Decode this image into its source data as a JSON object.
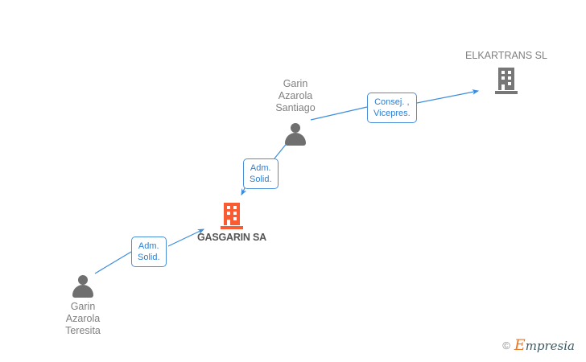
{
  "diagram": {
    "type": "relationship-graph",
    "background": "#ffffff",
    "edge_color": "#3c8dde",
    "focal_color": "#f95b33",
    "entity_color": "#777777",
    "person_color": "#6f6f6f",
    "nodes": [
      {
        "id": "gasgarin",
        "kind": "company",
        "focal": true,
        "label": "GASGARIN SA",
        "label_position": "below",
        "icon": "building-icon",
        "color": "#f95b33"
      },
      {
        "id": "elkartrans",
        "kind": "company",
        "focal": false,
        "label": "ELKARTRANS SL",
        "label_position": "above",
        "icon": "building-icon",
        "color": "#777777"
      },
      {
        "id": "garin-santiago",
        "kind": "person",
        "label": "Garin\nAzarola\nSantiago",
        "label_lines": [
          "Garin",
          "Azarola",
          "Santiago"
        ],
        "label_position": "above",
        "icon": "person-icon",
        "color": "#6f6f6f"
      },
      {
        "id": "garin-teresita",
        "kind": "person",
        "label": "Garin\nAzarola\nTeresita",
        "label_lines": [
          "Garin",
          "Azarola",
          "Teresita"
        ],
        "label_position": "below",
        "icon": "person-icon",
        "color": "#6f6f6f"
      }
    ],
    "edges": [
      {
        "id": "edge-santiago-elkartrans",
        "from": "garin-santiago",
        "to": "elkartrans",
        "label_lines": [
          "Consej. ,",
          "Vicepres."
        ]
      },
      {
        "id": "edge-santiago-gasgarin",
        "from": "garin-santiago",
        "to": "gasgarin",
        "label_lines": [
          "Adm.",
          "Solid."
        ]
      },
      {
        "id": "edge-teresita-gasgarin",
        "from": "garin-teresita",
        "to": "gasgarin",
        "label_lines": [
          "Adm.",
          "Solid."
        ]
      }
    ]
  },
  "watermark": {
    "copyright": "©",
    "brand_initial": "E",
    "brand_rest": "mpresia"
  }
}
